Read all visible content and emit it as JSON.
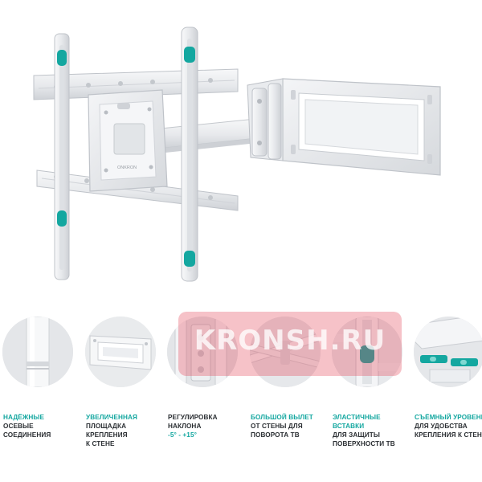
{
  "product": {
    "brand_mark": "ONKRON",
    "colors": {
      "metal": "#eef0f2",
      "metal_edge": "#c9ccd1",
      "accent": "#14a7a0"
    }
  },
  "watermark": {
    "text": "KRONSH.RU"
  },
  "features": [
    {
      "icon": "axle-joint-icon",
      "accent_lines": [
        "НАДЁЖНЫЕ"
      ],
      "dark_lines": [
        "ОСЕВЫЕ",
        "СОЕДИНЕНИЯ"
      ]
    },
    {
      "icon": "mount-plate-icon",
      "accent_lines": [
        "УВЕЛИЧЕННАЯ"
      ],
      "dark_lines": [
        "ПЛОЩАДКА",
        "КРЕПЛЕНИЯ",
        "К СТЕНЕ"
      ]
    },
    {
      "icon": "tilt-adjust-icon",
      "accent_lines": [],
      "dark_lines": [
        "РЕГУЛИРОВКА",
        "НАКЛОНА"
      ],
      "tail_accent": "-5° - +15°"
    },
    {
      "icon": "long-arm-icon",
      "accent_lines": [
        "БОЛЬШОЙ ВЫЛЕТ"
      ],
      "dark_lines": [
        "ОТ СТЕНЫ ДЛЯ",
        "ПОВОРОТА ТВ"
      ]
    },
    {
      "icon": "elastic-insert-icon",
      "accent_lines": [
        "ЭЛАСТИЧНЫЕ",
        "ВСТАВКИ"
      ],
      "dark_lines": [
        "ДЛЯ ЗАЩИТЫ",
        "ПОВЕРХНОСТИ ТВ"
      ]
    },
    {
      "icon": "spirit-level-icon",
      "accent_lines": [
        "СЪЁМНЫЙ УРОВЕНЬ"
      ],
      "dark_lines": [
        "ДЛЯ УДОБСТВА",
        "КРЕПЛЕНИЯ К СТЕНЕ"
      ]
    }
  ]
}
